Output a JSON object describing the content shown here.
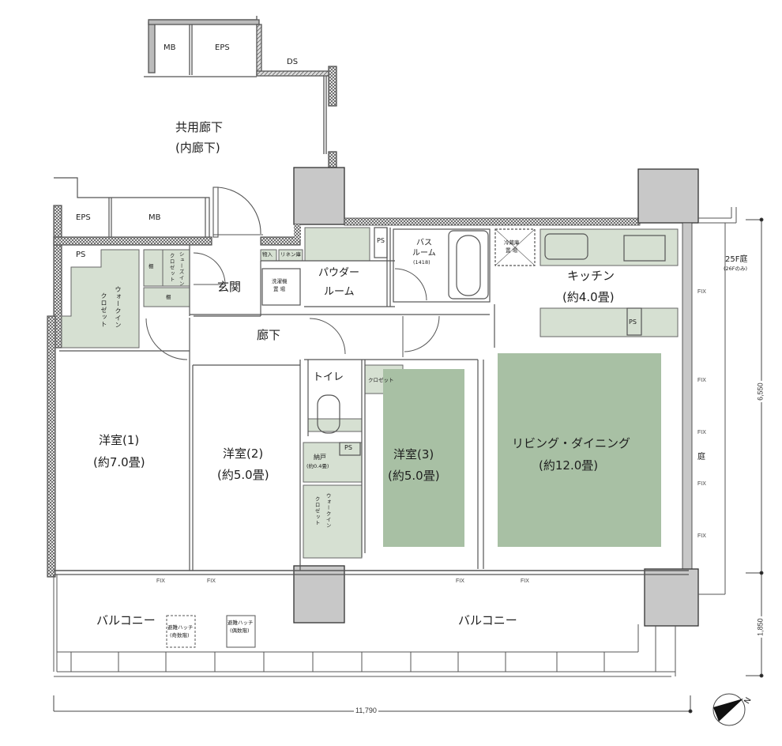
{
  "plan": {
    "colors": {
      "wall_hatch": "#555555",
      "column_gray": "#c8c8c8",
      "storage_green": "#d6e0d2",
      "room_green": "#a8c0a4",
      "line": "#444444"
    },
    "common": {
      "corridor": "共用廊下",
      "corridor_sub": "(内廊下)",
      "top_mb": "MB",
      "top_eps": "EPS",
      "ds": "DS",
      "eps_left": "EPS",
      "mb_left": "MB"
    },
    "rooms": {
      "entrance": "玄関",
      "hallway": "廊下",
      "powder_room_1": "パウダー",
      "powder_room_2": "ルーム",
      "bath_1": "バス",
      "bath_2": "ルーム",
      "bath_size": "(1418)",
      "kitchen": "キッチン",
      "kitchen_size": "(約4.0畳)",
      "western1": "洋室(1)",
      "western1_size": "(約7.0畳)",
      "western2": "洋室(2)",
      "western2_size": "(約5.0畳)",
      "western3": "洋室(3)",
      "western3_size": "(約5.0畳)",
      "living": "リビング・ダイニング",
      "living_size": "(約12.0畳)",
      "toilet": "トイレ",
      "storage_closet": "納戸",
      "storage_closet_size": "(約0.4畳)",
      "balcony_left": "バルコニー",
      "balcony_right": "バルコニー",
      "garden": "庭"
    },
    "storage": {
      "ps_left": "PS",
      "wic_left": "ウォークイン",
      "wic_left_2": "クロゼット",
      "shelf_1": "棚",
      "shelf_2": "棚",
      "shoes_in": "シューズイン",
      "shoes_in_2": "クロゼット",
      "storage_in": "物入",
      "linen": "リネン庫",
      "washer": "洗濯機",
      "washer_2": "置 場",
      "ps_bath": "PS",
      "fridge": "冷蔵庫",
      "fridge_2": "置 場",
      "ps_kitchen": "PS",
      "closet3": "クロゼット",
      "ps_toilet": "PS",
      "wic_mid": "ウォークイン",
      "wic_mid_2": "クロゼット"
    },
    "windows": {
      "fix_labels": [
        "FIX",
        "FIX",
        "FIX",
        "FIX",
        "FIX",
        "FIX",
        "FIX",
        "FIX",
        "FIX"
      ]
    },
    "hatches": {
      "odd": "避難ハッチ",
      "odd_sub": "(奇数階)",
      "even": "避難ハッチ",
      "even_sub": "(偶数階)"
    },
    "annotations": {
      "garden_note": "25F庭",
      "garden_note_sub": "(26Fのみ)"
    },
    "dimensions": {
      "width": "11,790",
      "depth_main": "6,550",
      "depth_balcony": "1,850"
    },
    "compass": {
      "north": "N"
    }
  }
}
